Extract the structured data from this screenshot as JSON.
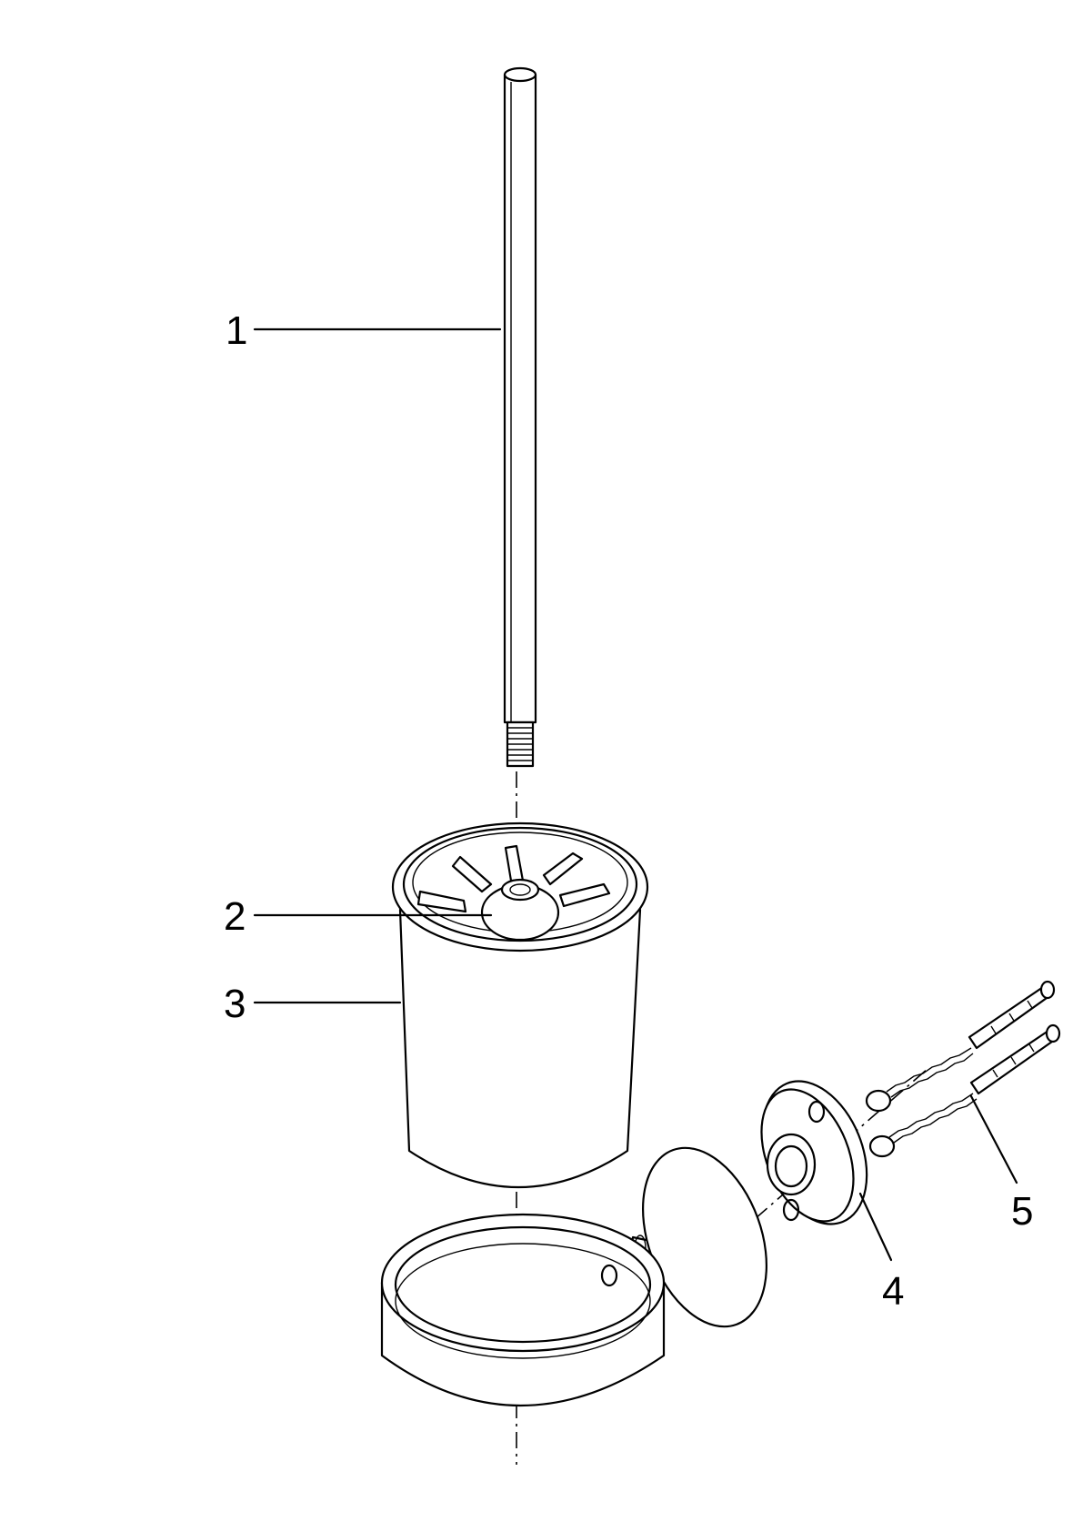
{
  "callouts": [
    {
      "id": "1",
      "text": "1"
    },
    {
      "id": "2",
      "text": "2"
    },
    {
      "id": "3",
      "text": "3"
    },
    {
      "id": "4",
      "text": "4"
    },
    {
      "id": "5",
      "text": "5"
    }
  ],
  "colors": {
    "line": "#000000",
    "background": "#ffffff"
  }
}
